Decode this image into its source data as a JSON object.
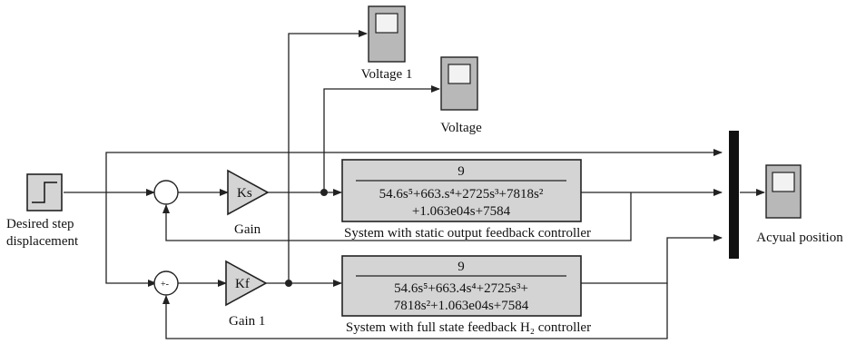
{
  "step": {
    "label_line1": "Desired step",
    "label_line2": "displacement"
  },
  "gain_top": {
    "symbol": "Ks",
    "label": "Gain"
  },
  "gain_bottom": {
    "symbol": "Kf",
    "label": "Gain 1"
  },
  "sys_top": {
    "numerator": "9",
    "den_line1": "54.6s⁵+663.s⁴+2725s³+7818s²",
    "den_line2": "+1.063e04s+7584",
    "label": "System with static output feedback controller"
  },
  "sys_bottom": {
    "numerator": "9",
    "den_line1": "54.6s⁵+663.4s⁴+2725s³+",
    "den_line2": "7818s²+1.063e04s+7584",
    "label": "System with full state feedback H₂ controller"
  },
  "scopes": {
    "voltage1": "Voltage 1",
    "voltage": "Voltage",
    "position": "Acyual position"
  },
  "sum_bottom_signs": "+-"
}
